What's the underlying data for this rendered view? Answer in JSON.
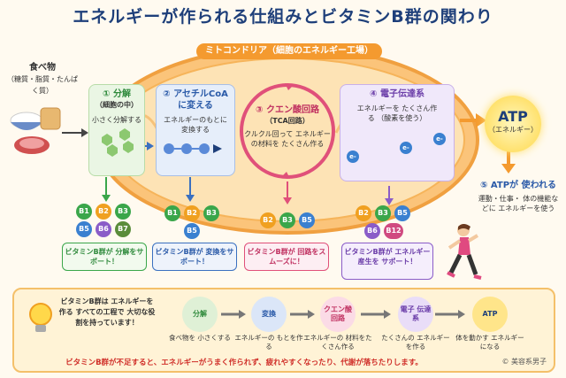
{
  "title": "エネルギーが作られる仕組みとビタミンB群の関わり",
  "mito_label": "ミトコンドリア（細胞のエネルギー工場）",
  "food": {
    "title": "食べ物",
    "sub": "（糖質・脂質・たんぱく質）"
  },
  "steps": [
    {
      "title": "① 分解",
      "sub": "（細胞の中）",
      "text": "小さく分解する"
    },
    {
      "title": "② アセチルCoAに変える",
      "text": "エネルギーのもとに変換する"
    },
    {
      "title": "③ クエン酸回路",
      "sub": "（TCA回路）",
      "text": "クルクル回って エネルギーの材料を たくさん作る"
    },
    {
      "title": "④ 電子伝達系",
      "text": "エネルギーを たくさん作る （酸素を使う）"
    }
  ],
  "atp": {
    "title": "ATP",
    "sub": "（エネルギー）"
  },
  "step5": {
    "title": "⑤ ATPが 使われる",
    "text": "運動・仕事・ 体の機能などに エネルギーを使う"
  },
  "electron": "e-",
  "vitamins": {
    "g1": [
      "B1",
      "B2",
      "B3",
      "B5",
      "B6",
      "B7"
    ],
    "g2": [
      "B1",
      "B2",
      "B3",
      "B5"
    ],
    "g3": [
      "B2",
      "B3",
      "B5"
    ],
    "g4": [
      "B2",
      "B3",
      "B5",
      "B6",
      "B12"
    ]
  },
  "support_boxes": [
    "ビタミンB群が 分解をサポート！",
    "ビタミンB群が 変換をサポート！",
    "ビタミンB群が 回路をスムーズに！",
    "ビタミンB群が エネルギー産生を サポート！"
  ],
  "bottom": {
    "lead": "ビタミンB群は エネルギーを作る すべての工程で 大切な役割を持っています！",
    "circles": [
      {
        "label": "分解",
        "caption": "食べ物を 小さくする"
      },
      {
        "label": "変換",
        "caption": "エネルギーの もとを作る"
      },
      {
        "label": "クエン酸 回路",
        "caption": "エネルギーの 材料をたくさん作る"
      },
      {
        "label": "電子 伝達系",
        "caption": "たくさんの エネルギーを作る"
      },
      {
        "label": "ATP",
        "caption": "体を動かす エネルギーになる"
      }
    ],
    "note": "ビタミンB群が不足すると、エネルギーがうまく作られず、疲れやすくなったり、代謝が落ちたりします。",
    "credit": "© 美容系男子"
  },
  "colors": {
    "b1": "#3aa64a",
    "b2": "#f0a020",
    "b3": "#3aa64a",
    "b5": "#3a80d0",
    "b6": "#8a5cc8",
    "b7": "#5a8c3a",
    "b12": "#d04a80",
    "green": "#3aa64a",
    "blue": "#3a70c0",
    "pink": "#e0507a",
    "purple": "#8a5cc8",
    "orange": "#f49a2f"
  }
}
